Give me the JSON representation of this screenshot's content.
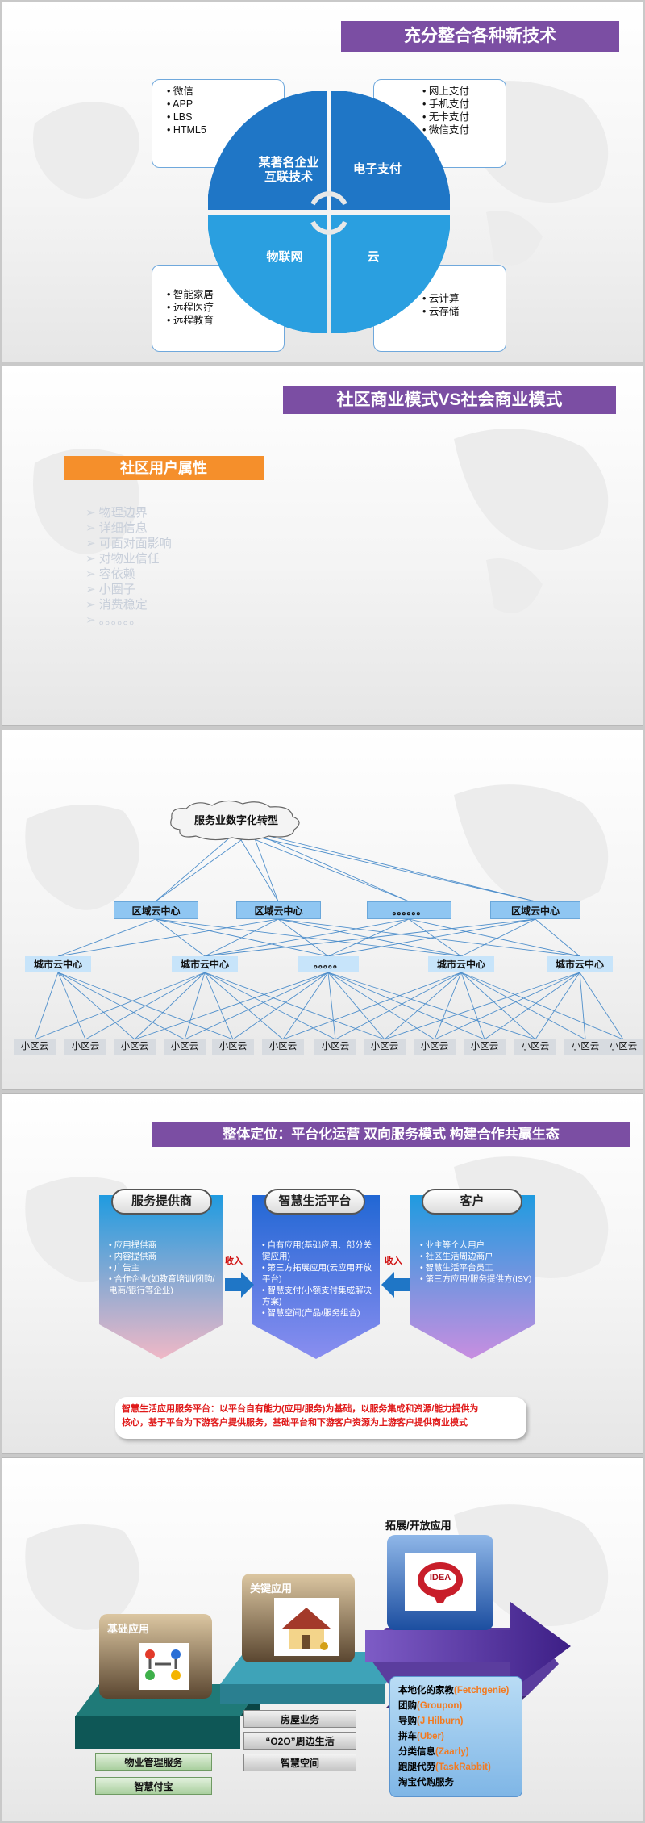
{
  "slide1": {
    "title": "充分整合各种新技术",
    "center_top_left": [
      "某著名企业",
      "互联技术"
    ],
    "center_top_right": "电子支付",
    "center_bottom_left": "物联网",
    "center_bottom_right": "云",
    "box_top_left": [
      "微信",
      "APP",
      "LBS",
      "HTML5"
    ],
    "box_top_right": [
      "网上支付",
      "手机支付",
      "无卡支付",
      "微信支付"
    ],
    "box_bottom_left": [
      "智能家居",
      "远程医疗",
      "远程教育"
    ],
    "box_bottom_right": [
      "云计算",
      "云存储"
    ],
    "colors": {
      "dark_blue": "#1f76c6",
      "light_blue": "#2a9fe0",
      "purple": "#7b4ea3"
    }
  },
  "slide2": {
    "title": "社区商业模式VS社会商业模式",
    "section_label": "社区用户属性",
    "items": [
      "物理边界",
      "详细信息",
      "可面对面影响",
      "对物业信任",
      "容依赖",
      "小圈子",
      "消费稳定",
      "。。。。。。"
    ]
  },
  "slide3": {
    "root": "服务业数字化转型",
    "regions": [
      "区域云中心",
      "区域云中心",
      "。。。。。。",
      "区域云中心"
    ],
    "cities": [
      "城市云中心",
      "城市云中心",
      "。。。。。",
      "城市云中心",
      "城市云中心"
    ],
    "leaves": [
      "小区云",
      "小区云",
      "小区云",
      "小区云",
      "小区云",
      "小区云",
      "小区云",
      "小区云",
      "小区云",
      "小区云",
      "小区云",
      "小区云",
      "小区云"
    ]
  },
  "slide4": {
    "title": "整体定位：平台化运营  双向服务模式  构建合作共赢生态",
    "col_left": {
      "title": "服务提供商",
      "items": [
        "应用提供商",
        "内容提供商",
        "广告主",
        "合作企业(如教育培训/团购/电商/银行等企业)"
      ]
    },
    "col_mid": {
      "title": "智慧生活平台",
      "items": [
        "自有应用(基础应用、部分关键应用)",
        "第三方拓展应用(云应用开放平台)",
        "智慧支付(小额支付集成解决方案)",
        "智慧空间(产品/服务组合)"
      ]
    },
    "col_right": {
      "title": "客户",
      "items": [
        "业主等个人用户",
        "社区生活周边商户",
        "智慧生活平台员工",
        "第三方应用/服务提供方(ISV)"
      ]
    },
    "arrow_left_label": "收入",
    "arrow_right_label": "收入",
    "note_line1": "智慧生活应用服务平台：以平台自有能力(应用/服务)为基础，以服务集成和资源/能力提供为",
    "note_line2": "核心，基于平台为下游客户提供服务，基础平台和下游客户资源为上游客户提供商业模式"
  },
  "slide5": {
    "basic_title": "基础应用",
    "key_title": "关键应用",
    "open_title": "拓展/开放应用",
    "idea_text": "IDEA",
    "basic_buttons": [
      "物业管理服务",
      "智慧付宝"
    ],
    "key_buttons": [
      "房屋业务",
      "“O2O”周边生活",
      "智慧空间"
    ],
    "open_list": [
      {
        "cn": "本地化的家教",
        "en": "(Fetchgenie)"
      },
      {
        "cn": "团购",
        "en": "(Groupon)"
      },
      {
        "cn": "导购",
        "en": "(J Hilburn)"
      },
      {
        "cn": "拼车",
        "en": "(Uber)"
      },
      {
        "cn": "分类信息",
        "en": "(Zaarly)"
      },
      {
        "cn": "跑腿代劳",
        "en": "(TaskRabbit)"
      },
      {
        "cn": "淘宝代购服务",
        "en": ""
      }
    ]
  }
}
